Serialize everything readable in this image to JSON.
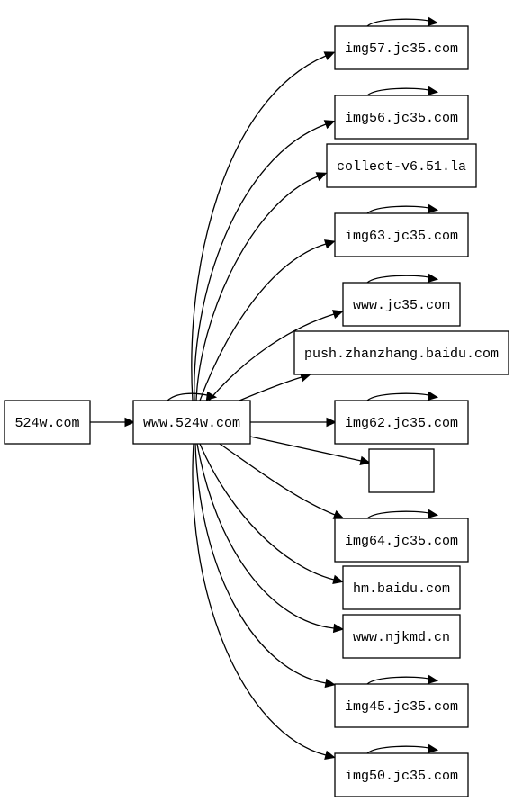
{
  "nodes": [
    {
      "id": "n524w",
      "label": "524w.com"
    },
    {
      "id": "nwww524w",
      "label": "www.524w.com"
    },
    {
      "id": "nimg57",
      "label": "img57.jc35.com"
    },
    {
      "id": "nimg56",
      "label": "img56.jc35.com"
    },
    {
      "id": "ncollect",
      "label": "collect-v6.51.la"
    },
    {
      "id": "nimg63",
      "label": "img63.jc35.com"
    },
    {
      "id": "nwwwjc35",
      "label": "www.jc35.com"
    },
    {
      "id": "npush",
      "label": "push.zhanzhang.baidu.com"
    },
    {
      "id": "nimg62",
      "label": "img62.jc35.com"
    },
    {
      "id": "nblank",
      "label": ""
    },
    {
      "id": "nimg64",
      "label": "img64.jc35.com"
    },
    {
      "id": "nhm",
      "label": "hm.baidu.com"
    },
    {
      "id": "nnjkmd",
      "label": "www.njkmd.cn"
    },
    {
      "id": "nimg45",
      "label": "img45.jc35.com"
    },
    {
      "id": "nimg50",
      "label": "img50.jc35.com"
    }
  ],
  "edges": [
    {
      "from": "n524w",
      "to": "nwww524w"
    },
    {
      "from": "nwww524w",
      "to": "nwww524w"
    },
    {
      "from": "nwww524w",
      "to": "nimg57"
    },
    {
      "from": "nwww524w",
      "to": "nimg56"
    },
    {
      "from": "nwww524w",
      "to": "ncollect"
    },
    {
      "from": "nwww524w",
      "to": "nimg63"
    },
    {
      "from": "nwww524w",
      "to": "nwwwjc35"
    },
    {
      "from": "nwww524w",
      "to": "npush"
    },
    {
      "from": "nwww524w",
      "to": "nimg62"
    },
    {
      "from": "nwww524w",
      "to": "nblank"
    },
    {
      "from": "nwww524w",
      "to": "nimg64"
    },
    {
      "from": "nwww524w",
      "to": "nhm"
    },
    {
      "from": "nwww524w",
      "to": "nnjkmd"
    },
    {
      "from": "nwww524w",
      "to": "nimg45"
    },
    {
      "from": "nwww524w",
      "to": "nimg50"
    },
    {
      "from": "nimg57",
      "to": "nimg57"
    },
    {
      "from": "nimg56",
      "to": "nimg56"
    },
    {
      "from": "nimg63",
      "to": "nimg63"
    },
    {
      "from": "nwwwjc35",
      "to": "nwwwjc35"
    },
    {
      "from": "nimg62",
      "to": "nimg62"
    },
    {
      "from": "nimg64",
      "to": "nimg64"
    },
    {
      "from": "nimg45",
      "to": "nimg45"
    },
    {
      "from": "nimg50",
      "to": "nimg50"
    }
  ]
}
